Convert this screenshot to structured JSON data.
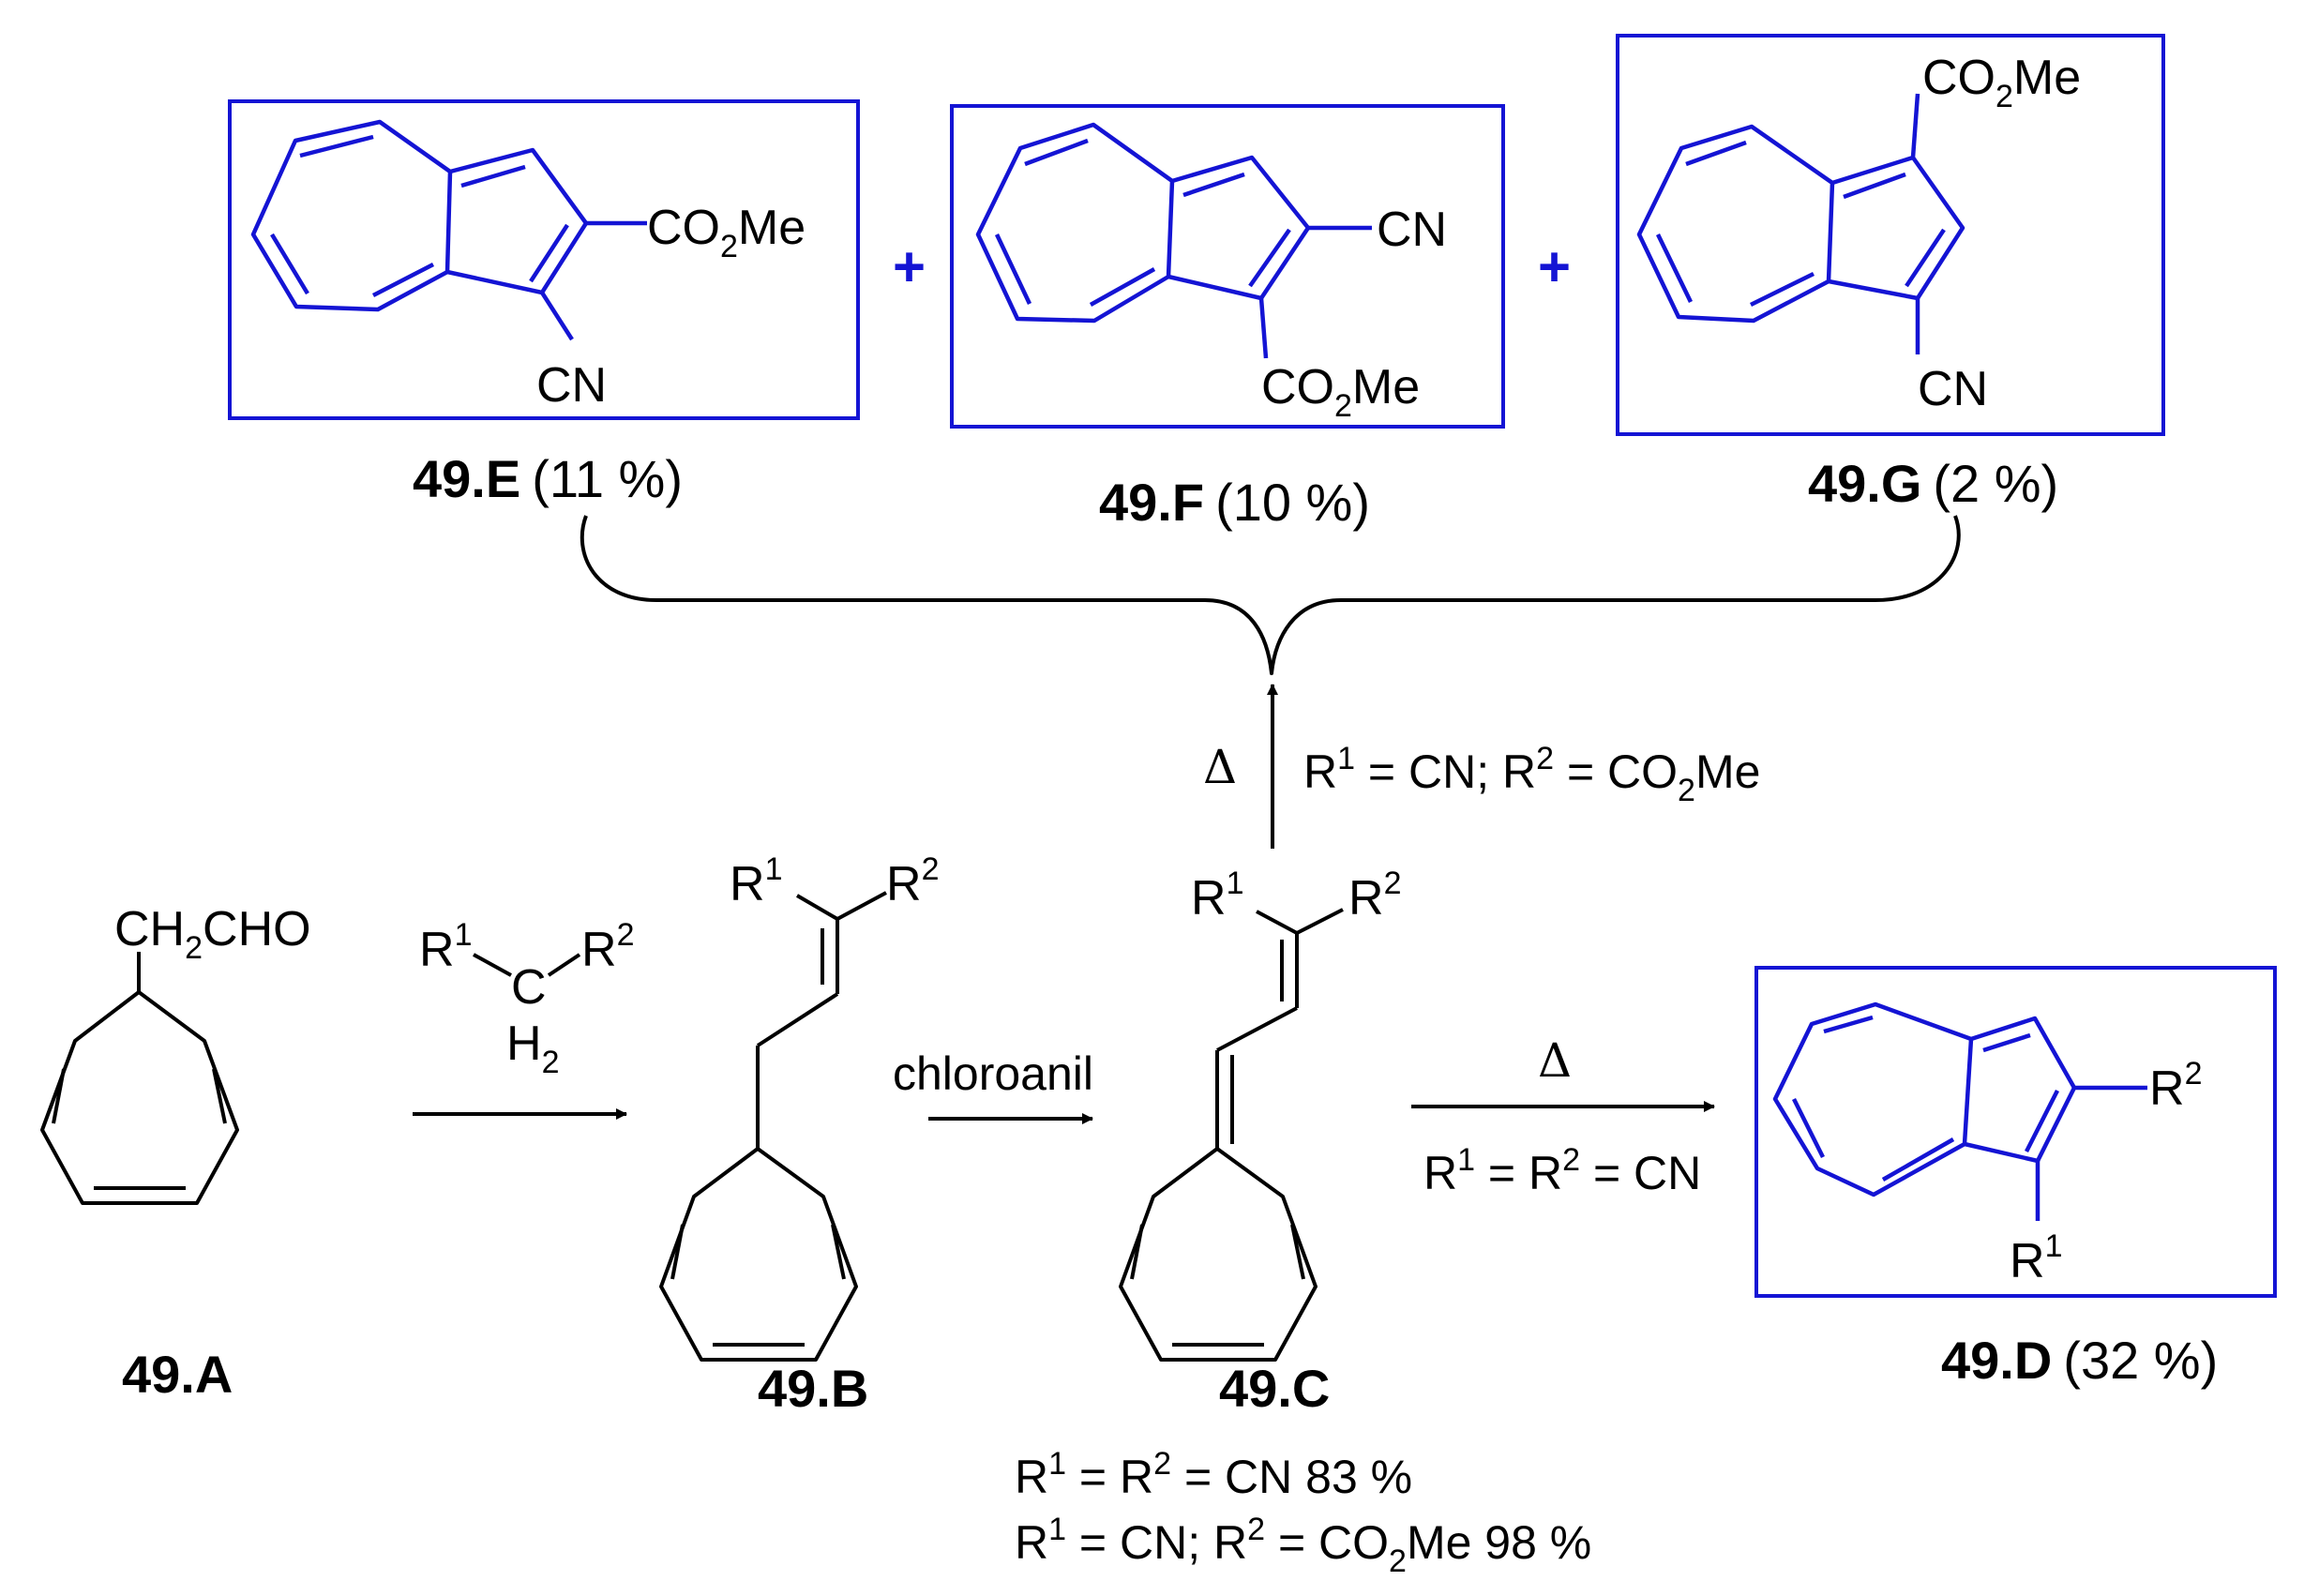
{
  "compounds": {
    "A": {
      "label": "49.A"
    },
    "B": {
      "label": "49.B"
    },
    "C": {
      "label": "49.C"
    },
    "D": {
      "label": "49.D",
      "yield": "(32 %)"
    },
    "E": {
      "label": "49.E",
      "yield": "(11 %)"
    },
    "F": {
      "label": "49.F",
      "yield": "(10 %)"
    },
    "G": {
      "label": "49.G",
      "yield": "(2 %)"
    }
  },
  "groups": {
    "ch2cho": [
      "CH",
      "2",
      "CHO"
    ],
    "r1": [
      "R",
      "1"
    ],
    "r2": [
      "R",
      "2"
    ],
    "h2": [
      "H",
      "2"
    ],
    "c": "C",
    "cn": "CN",
    "co2me": [
      "CO",
      "2",
      "Me"
    ]
  },
  "conditions": {
    "chloroanil": "chloroanil",
    "delta": "Δ",
    "d_cond": [
      "R",
      "1",
      " = R",
      "2",
      " = CN"
    ],
    "up_cond": [
      "R",
      "1",
      " = CN; R",
      "2",
      " = CO",
      "2",
      "Me"
    ],
    "yield_line1": [
      "R",
      "1",
      " = R",
      "2",
      " = CN 83 %"
    ],
    "yield_line2": [
      "R",
      "1",
      " = CN; R",
      "2",
      " = CO",
      "2",
      "Me 98 %"
    ]
  },
  "plus_sign": "+",
  "colors": {
    "product": "#1414d4",
    "ink": "#000000"
  }
}
